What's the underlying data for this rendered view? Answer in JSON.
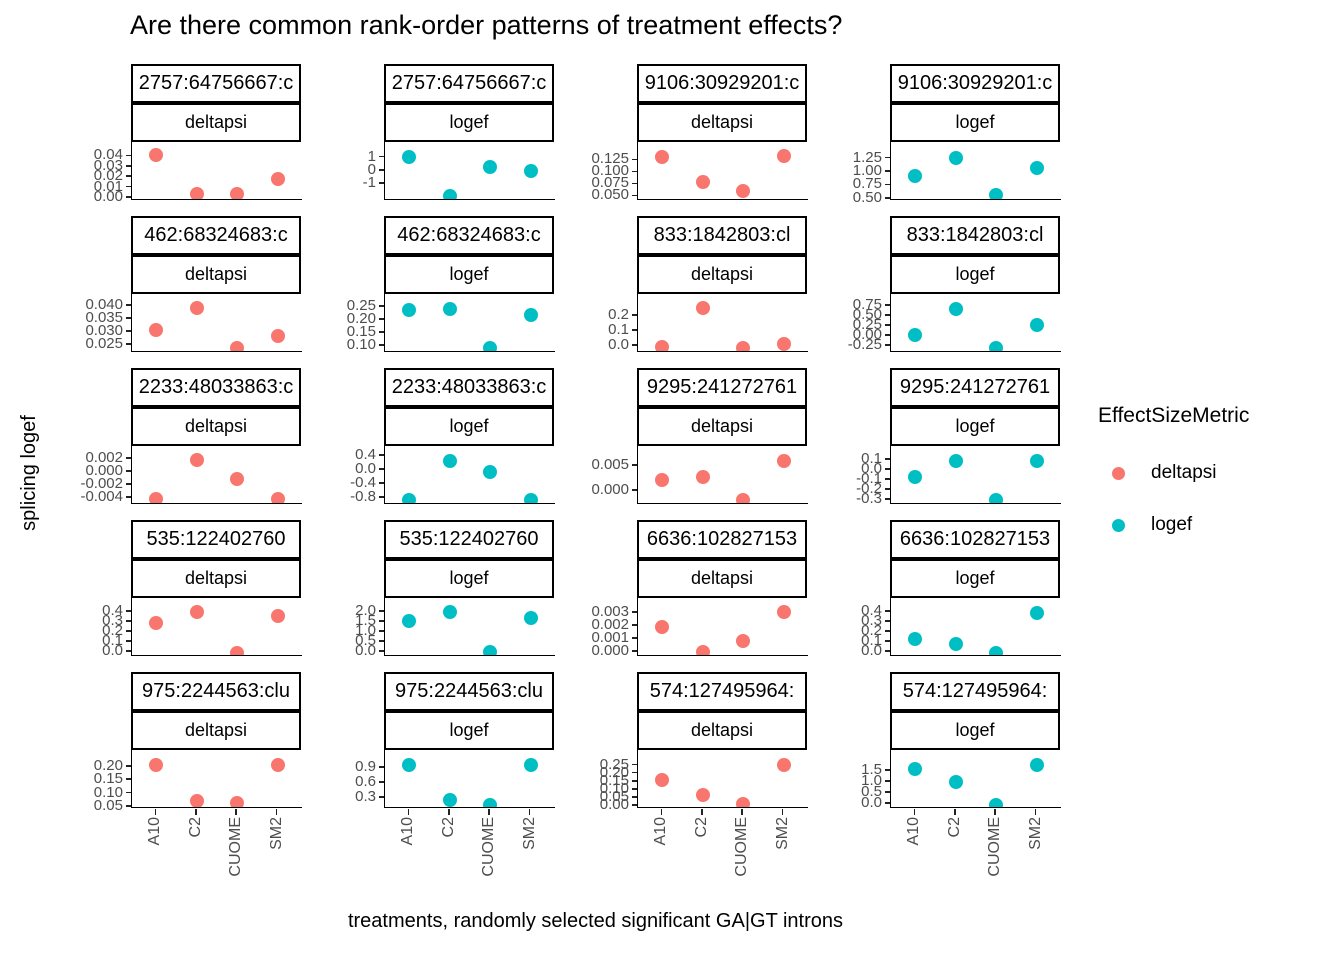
{
  "title": "Are there common rank-order patterns of treatment effects?",
  "axes": {
    "x_title": "treatments, randomly selected significant GA|GT introns",
    "y_title": "splicing logef"
  },
  "legend": {
    "title": "EffectSizeMetric",
    "items": [
      {
        "label": "deltapsi",
        "color": "#F8766D"
      },
      {
        "label": "logef",
        "color": "#00BFC4"
      }
    ]
  },
  "chart_data": {
    "type": "scatter",
    "facet_grid": {
      "rows": 5,
      "cols": 4
    },
    "legend_position": "right",
    "grid": false,
    "x_categories": [
      "A10",
      "C2",
      "CUOME",
      "SM2"
    ],
    "point_colors": {
      "deltapsi": "#F8766D",
      "logef": "#00BFC4"
    },
    "facets": [
      {
        "intron": "2757:64756667:c",
        "metric": "deltapsi",
        "ytick_labels": [
          "0.04",
          "0.03",
          "0.02",
          "0.01",
          "0.00"
        ],
        "ytick_values": [
          0.04,
          0.03,
          0.02,
          0.01,
          0.0
        ],
        "ylim": [
          -0.002,
          0.053
        ],
        "values": [
          0.0405,
          0.003,
          0.003,
          0.017
        ]
      },
      {
        "intron": "2757:64756667:c",
        "metric": "logef",
        "ytick_labels": [
          "1",
          "0",
          "-1"
        ],
        "ytick_values": [
          1,
          0,
          -1
        ],
        "ylim": [
          -2.2,
          2.1
        ],
        "values": [
          1.0,
          -1.95,
          0.22,
          -0.05
        ]
      },
      {
        "intron": "9106:30929201:c",
        "metric": "deltapsi",
        "ytick_labels": [
          "0.125",
          "0.100",
          "0.075",
          "0.050"
        ],
        "ytick_values": [
          0.125,
          0.1,
          0.075,
          0.05
        ],
        "ylim": [
          0.0425,
          0.161
        ],
        "values": [
          0.129,
          0.077,
          0.059,
          0.131
        ]
      },
      {
        "intron": "9106:30929201:c",
        "metric": "logef",
        "ytick_labels": [
          "1.25",
          "1.00",
          "0.75",
          "0.50"
        ],
        "ytick_values": [
          1.25,
          1.0,
          0.75,
          0.5
        ],
        "ylim": [
          0.48,
          1.54
        ],
        "values": [
          0.91,
          1.25,
          0.56,
          1.05
        ]
      },
      {
        "intron": "462:68324683:c",
        "metric": "deltapsi",
        "ytick_labels": [
          "0.040",
          "0.035",
          "0.030",
          "0.025"
        ],
        "ytick_values": [
          0.04,
          0.035,
          0.03,
          0.025
        ],
        "ylim": [
          0.0223,
          0.0442
        ],
        "values": [
          0.0305,
          0.0388,
          0.0233,
          0.0281
        ]
      },
      {
        "intron": "462:68324683:c",
        "metric": "logef",
        "ytick_labels": [
          "0.25",
          "0.20",
          "0.15",
          "0.10"
        ],
        "ytick_values": [
          0.25,
          0.2,
          0.15,
          0.1
        ],
        "ylim": [
          0.077,
          0.296
        ],
        "values": [
          0.235,
          0.238,
          0.089,
          0.215
        ]
      },
      {
        "intron": "833:1842803:cl",
        "metric": "deltapsi",
        "ytick_labels": [
          "0.2",
          "0.1",
          "0.0"
        ],
        "ytick_values": [
          0.2,
          0.1,
          0.0
        ],
        "ylim": [
          -0.04,
          0.34
        ],
        "values": [
          -0.01,
          0.245,
          -0.018,
          0.01
        ]
      },
      {
        "intron": "833:1842803:cl",
        "metric": "logef",
        "ytick_labels": [
          "0.75",
          "0.50",
          "0.25",
          "0.00",
          "-0.25"
        ],
        "ytick_values": [
          0.75,
          0.5,
          0.25,
          0.0,
          -0.25
        ],
        "ylim": [
          -0.4,
          1.03
        ],
        "values": [
          0.0,
          0.65,
          -0.33,
          0.25
        ]
      },
      {
        "intron": "2233:48033863:c",
        "metric": "deltapsi",
        "ytick_labels": [
          "0.002",
          "0.000",
          "-0.002",
          "-0.004"
        ],
        "ytick_values": [
          0.002,
          0.0,
          -0.002,
          -0.004
        ],
        "ylim": [
          -0.0049,
          0.0038
        ],
        "values": [
          -0.0043,
          0.0016,
          -0.0013,
          -0.0043
        ]
      },
      {
        "intron": "2233:48033863:c",
        "metric": "logef",
        "ytick_labels": [
          "0.4",
          "0.0",
          "-0.4",
          "-0.8"
        ],
        "ytick_values": [
          0.4,
          0.0,
          -0.4,
          -0.8
        ],
        "ylim": [
          -0.97,
          0.66
        ],
        "values": [
          -0.88,
          0.23,
          -0.09,
          -0.89
        ]
      },
      {
        "intron": "9295:241272761",
        "metric": "deltapsi",
        "ytick_labels": [
          "0.005",
          "0.000"
        ],
        "ytick_values": [
          0.005,
          0.0
        ],
        "ylim": [
          -0.0026,
          0.0088
        ],
        "values": [
          0.0021,
          0.0026,
          -0.0019,
          0.0058
        ]
      },
      {
        "intron": "9295:241272761",
        "metric": "logef",
        "ytick_labels": [
          "0.1",
          "0.0",
          "-0.1",
          "-0.2",
          "-0.3"
        ],
        "ytick_values": [
          0.1,
          0.0,
          -0.1,
          -0.2,
          -0.3
        ],
        "ylim": [
          -0.34,
          0.23
        ],
        "values": [
          -0.08,
          0.08,
          -0.31,
          0.08
        ]
      },
      {
        "intron": "535:122402760",
        "metric": "deltapsi",
        "ytick_labels": [
          "0.4",
          "0.3",
          "0.2",
          "0.1",
          "0.0"
        ],
        "ytick_values": [
          0.4,
          0.3,
          0.2,
          0.1,
          0.0
        ],
        "ylim": [
          -0.04,
          0.53
        ],
        "values": [
          0.28,
          0.39,
          -0.02,
          0.35
        ]
      },
      {
        "intron": "535:122402760",
        "metric": "logef",
        "ytick_labels": [
          "2.0",
          "1.5",
          "1.0",
          "0.5",
          "0.0"
        ],
        "ytick_values": [
          2.0,
          1.5,
          1.0,
          0.5,
          0.0
        ],
        "ylim": [
          -0.2,
          2.65
        ],
        "values": [
          1.49,
          1.94,
          -0.05,
          1.65
        ]
      },
      {
        "intron": "6636:102827153",
        "metric": "deltapsi",
        "ytick_labels": [
          "0.003",
          "0.002",
          "0.001",
          "0.000"
        ],
        "ytick_values": [
          0.003,
          0.002,
          0.001,
          0.0
        ],
        "ylim": [
          -0.0003,
          0.0041
        ],
        "values": [
          0.0019,
          -0.0001,
          0.0008,
          0.003
        ]
      },
      {
        "intron": "6636:102827153",
        "metric": "logef",
        "ytick_labels": [
          "0.4",
          "0.3",
          "0.2",
          "0.1",
          "0.0"
        ],
        "ytick_values": [
          0.4,
          0.3,
          0.2,
          0.1,
          0.0
        ],
        "ylim": [
          -0.04,
          0.53
        ],
        "values": [
          0.12,
          0.07,
          -0.02,
          0.38
        ]
      },
      {
        "intron": "975:2244563:clu",
        "metric": "deltapsi",
        "ytick_labels": [
          "0.20",
          "0.15",
          "0.10",
          "0.05"
        ],
        "ytick_values": [
          0.2,
          0.15,
          0.1,
          0.05
        ],
        "ylim": [
          0.046,
          0.26
        ],
        "values": [
          0.204,
          0.069,
          0.062,
          0.204
        ]
      },
      {
        "intron": "975:2244563:clu",
        "metric": "logef",
        "ytick_labels": [
          "0.9",
          "0.6",
          "0.3"
        ],
        "ytick_values": [
          0.9,
          0.6,
          0.3
        ],
        "ylim": [
          0.1,
          1.24
        ],
        "values": [
          0.94,
          0.25,
          0.15,
          0.95
        ]
      },
      {
        "intron": "574:127495964:",
        "metric": "deltapsi",
        "ytick_labels": [
          "0.25",
          "0.20",
          "0.15",
          "0.10",
          "0.05",
          "0.00"
        ],
        "ytick_values": [
          0.25,
          0.2,
          0.15,
          0.1,
          0.05,
          0.0
        ],
        "ylim": [
          -0.0125,
          0.34
        ],
        "values": [
          0.156,
          0.063,
          0.006,
          0.25
        ]
      },
      {
        "intron": "574:127495964:",
        "metric": "logef",
        "ytick_labels": [
          "1.5",
          "1.0",
          "0.5",
          "0.0"
        ],
        "ytick_values": [
          1.5,
          1.0,
          0.5,
          0.0
        ],
        "ylim": [
          -0.18,
          2.4
        ],
        "values": [
          1.55,
          0.97,
          -0.09,
          1.73
        ]
      }
    ]
  }
}
